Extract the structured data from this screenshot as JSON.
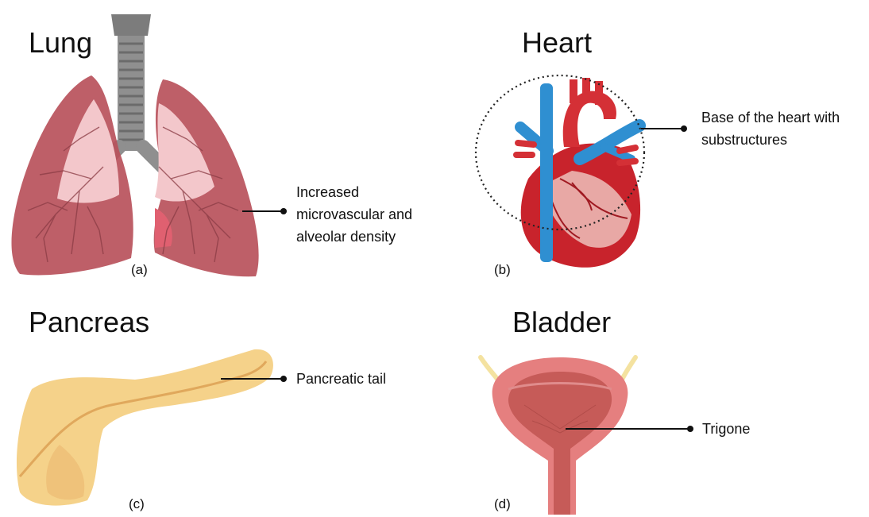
{
  "panels": {
    "lung": {
      "title": "Lung",
      "sublabel": "(a)",
      "annotation": "Increased microvascular and alveolar density",
      "annotation_lines": [
        "Increased",
        "microvascular and",
        "alveolar density"
      ]
    },
    "heart": {
      "title": "Heart",
      "sublabel": "(b)",
      "annotation_lines": [
        "Base of the heart with",
        "substructures"
      ]
    },
    "pancreas": {
      "title": "Pancreas",
      "sublabel": "(c)",
      "annotation": "Pancreatic tail"
    },
    "bladder": {
      "title": "Bladder",
      "sublabel": "(d)",
      "annotation": "Trigone"
    }
  },
  "colors": {
    "lung_outer": "#b8515b",
    "lung_inner": "#f3c7cb",
    "trachea": "#8c8c8c",
    "heart_red": "#c8232c",
    "heart_blue": "#2f8fd1",
    "pancreas": "#f5d28a",
    "bladder_outer": "#e57f7f",
    "bladder_inner": "#c65b58",
    "ureter": "#f4e2a0"
  }
}
